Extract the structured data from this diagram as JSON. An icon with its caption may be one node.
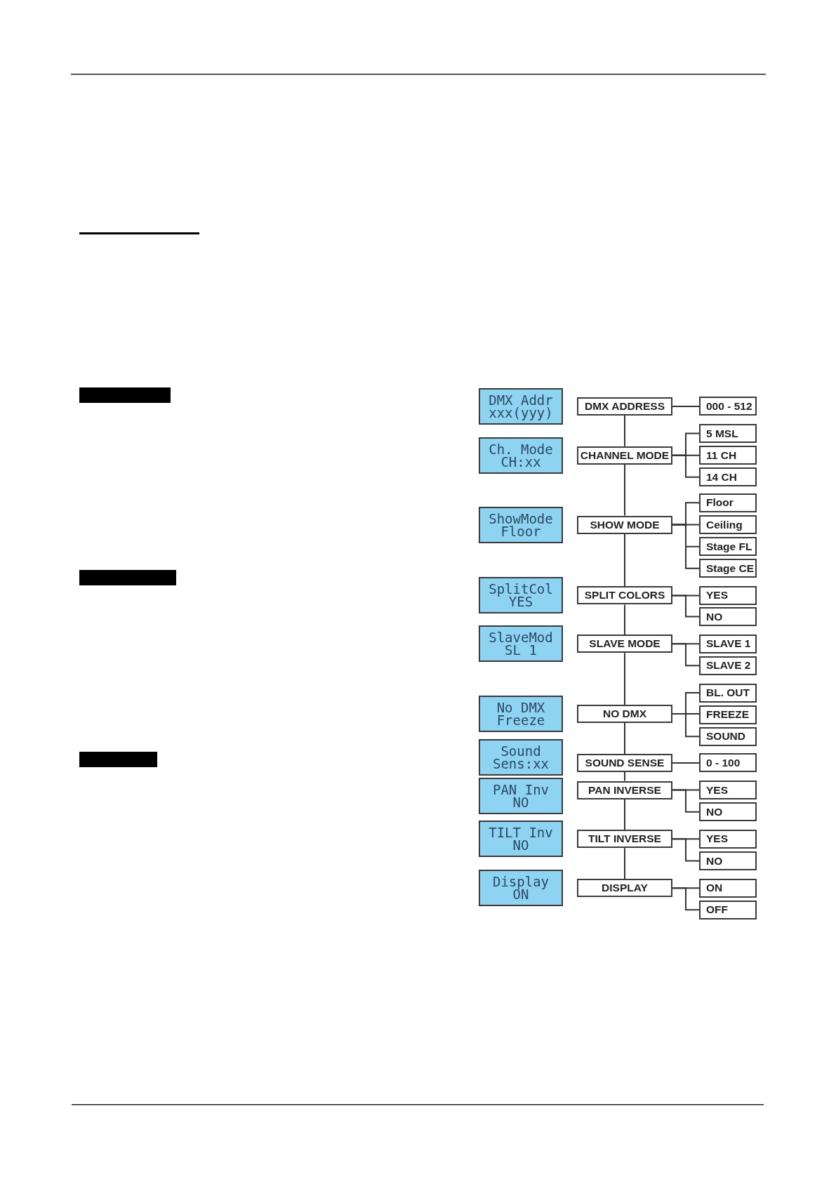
{
  "diagram": {
    "nodes": [
      {
        "text": [
          "DMX Addr",
          "xxx(yyy)"
        ]
      },
      {
        "text": [
          "DMX ADDRESS"
        ]
      },
      {
        "text": [
          "000 - 512"
        ]
      },
      {
        "text": [
          "Ch. Mode",
          "CH:xx"
        ]
      },
      {
        "text": [
          "CHANNEL MODE"
        ]
      },
      {
        "text": [
          "5 MSL"
        ]
      },
      {
        "text": [
          "11 CH"
        ]
      },
      {
        "text": [
          "14 CH"
        ]
      },
      {
        "text": [
          "ShowMode",
          "Floor"
        ]
      },
      {
        "text": [
          "SHOW MODE"
        ]
      },
      {
        "text": [
          "Floor"
        ]
      },
      {
        "text": [
          "Ceiling"
        ]
      },
      {
        "text": [
          "Stage FL"
        ]
      },
      {
        "text": [
          "Stage CE"
        ]
      },
      {
        "text": [
          "SplitCol",
          "YES"
        ]
      },
      {
        "text": [
          "SPLIT COLORS"
        ]
      },
      {
        "text": [
          "YES"
        ]
      },
      {
        "text": [
          "NO"
        ]
      },
      {
        "text": [
          "SlaveMod",
          "SL 1"
        ]
      },
      {
        "text": [
          "SLAVE MODE"
        ]
      },
      {
        "text": [
          "SLAVE 1"
        ]
      },
      {
        "text": [
          "SLAVE 2"
        ]
      },
      {
        "text": [
          "No DMX",
          "Freeze"
        ]
      },
      {
        "text": [
          "NO DMX"
        ]
      },
      {
        "text": [
          "BL. OUT"
        ]
      },
      {
        "text": [
          "FREEZE"
        ]
      },
      {
        "text": [
          "SOUND"
        ]
      },
      {
        "text": [
          "Sound",
          "Sens:xx"
        ]
      },
      {
        "text": [
          "SOUND SENSE"
        ]
      },
      {
        "text": [
          "0 - 100"
        ]
      },
      {
        "text": [
          "PAN Inv",
          "NO"
        ]
      },
      {
        "text": [
          "PAN INVERSE"
        ]
      },
      {
        "text": [
          "YES"
        ]
      },
      {
        "text": [
          "NO"
        ]
      },
      {
        "text": [
          "TILT Inv",
          "NO"
        ]
      },
      {
        "text": [
          "TILT INVERSE"
        ]
      },
      {
        "text": [
          "YES"
        ]
      },
      {
        "text": [
          "NO"
        ]
      },
      {
        "text": [
          "Display",
          "ON"
        ]
      },
      {
        "text": [
          "DISPLAY"
        ]
      },
      {
        "text": [
          "ON"
        ]
      },
      {
        "text": [
          "OFF"
        ]
      }
    ],
    "edges": [
      {
        "from": 1,
        "to": 2,
        "arrow": "none"
      },
      {
        "from": 1,
        "to": 4,
        "arrow": "none"
      },
      {
        "from": 4,
        "to": 5,
        "arrow": "none"
      },
      {
        "from": 4,
        "to": 6,
        "arrow": "none"
      },
      {
        "from": 4,
        "to": 7,
        "arrow": "none"
      },
      {
        "from": 4,
        "to": 9,
        "arrow": "none"
      },
      {
        "from": 9,
        "to": 10,
        "arrow": "none"
      },
      {
        "from": 9,
        "to": 11,
        "arrow": "none"
      },
      {
        "from": 9,
        "to": 12,
        "arrow": "none"
      },
      {
        "from": 9,
        "to": 13,
        "arrow": "none"
      },
      {
        "from": 9,
        "to": 15,
        "arrow": "none"
      },
      {
        "from": 15,
        "to": 16,
        "arrow": "none"
      },
      {
        "from": 15,
        "to": 17,
        "arrow": "none"
      },
      {
        "from": 15,
        "to": 19,
        "arrow": "none"
      },
      {
        "from": 19,
        "to": 20,
        "arrow": "none"
      },
      {
        "from": 19,
        "to": 21,
        "arrow": "none"
      },
      {
        "from": 19,
        "to": 23,
        "arrow": "none"
      },
      {
        "from": 23,
        "to": 24,
        "arrow": "none"
      },
      {
        "from": 23,
        "to": 25,
        "arrow": "none"
      },
      {
        "from": 23,
        "to": 26,
        "arrow": "none"
      },
      {
        "from": 23,
        "to": 28,
        "arrow": "none"
      },
      {
        "from": 28,
        "to": 29,
        "arrow": "none"
      },
      {
        "from": 28,
        "to": 31,
        "arrow": "none"
      },
      {
        "from": 31,
        "to": 32,
        "arrow": "none"
      },
      {
        "from": 31,
        "to": 33,
        "arrow": "none"
      },
      {
        "from": 31,
        "to": 35,
        "arrow": "none"
      },
      {
        "from": 35,
        "to": 36,
        "arrow": "none"
      },
      {
        "from": 35,
        "to": 37,
        "arrow": "none"
      },
      {
        "from": 35,
        "to": 39,
        "arrow": "none"
      },
      {
        "from": 39,
        "to": 40,
        "arrow": "none"
      },
      {
        "from": 39,
        "to": 41,
        "arrow": "none"
      }
    ]
  }
}
